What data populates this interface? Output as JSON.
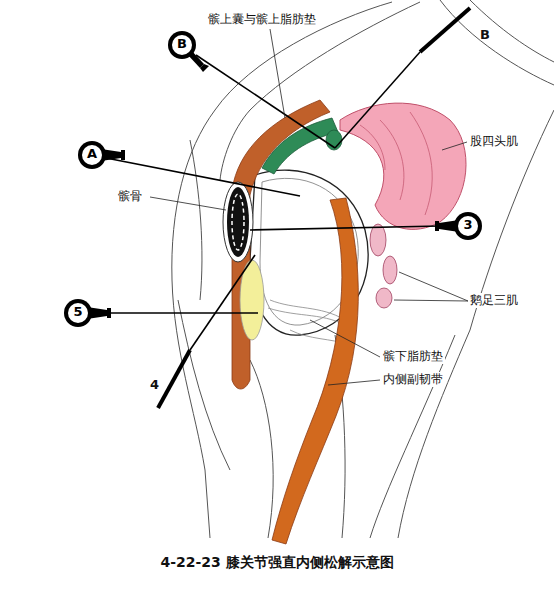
{
  "diagram": {
    "caption": "4-22-23 膝关节强直内侧松解示意图",
    "nodes": [
      {
        "text": [
          "B"
        ]
      },
      {
        "text": [
          "A"
        ]
      },
      {
        "text": [
          "3"
        ]
      },
      {
        "text": [
          "5"
        ]
      }
    ],
    "labels": [
      "髌上囊与髌上脂肪垫",
      "B",
      "股四头肌",
      "髌骨",
      "鹅足三肌",
      "髌下脂肪垫",
      "内侧副韧带",
      "4"
    ]
  }
}
